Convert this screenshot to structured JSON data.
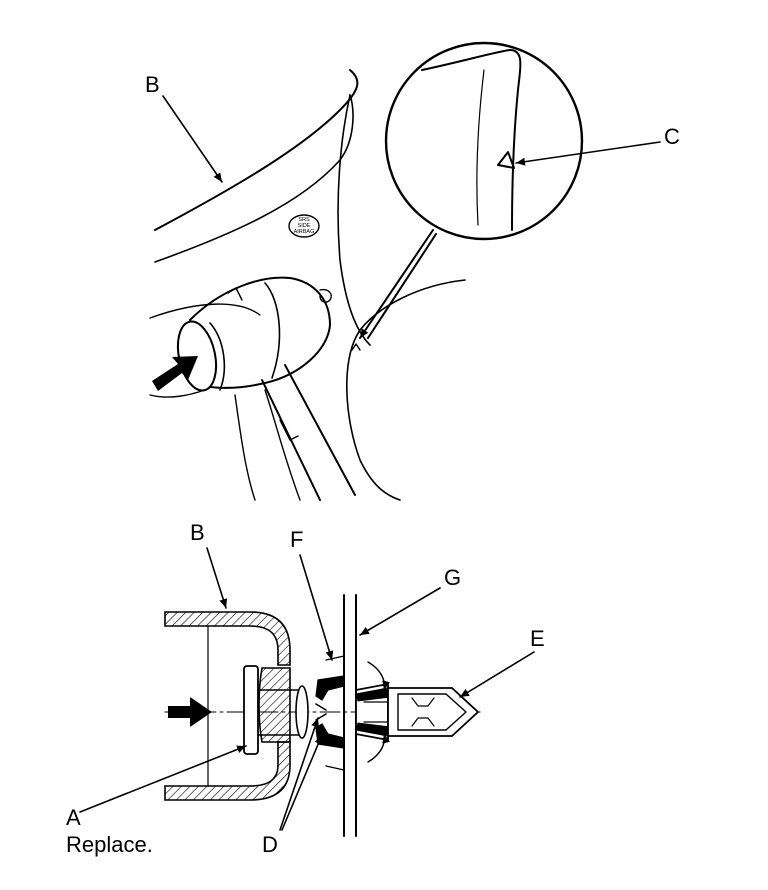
{
  "labels": {
    "a": "A",
    "b_top": "B",
    "b_bottom": "B",
    "c": "C",
    "d": "D",
    "e": "E",
    "f": "F",
    "g": "G",
    "replace": "Replace.",
    "badge_line1": "SRS",
    "badge_line2": "SIDE",
    "badge_line3": "AIRBAG"
  }
}
